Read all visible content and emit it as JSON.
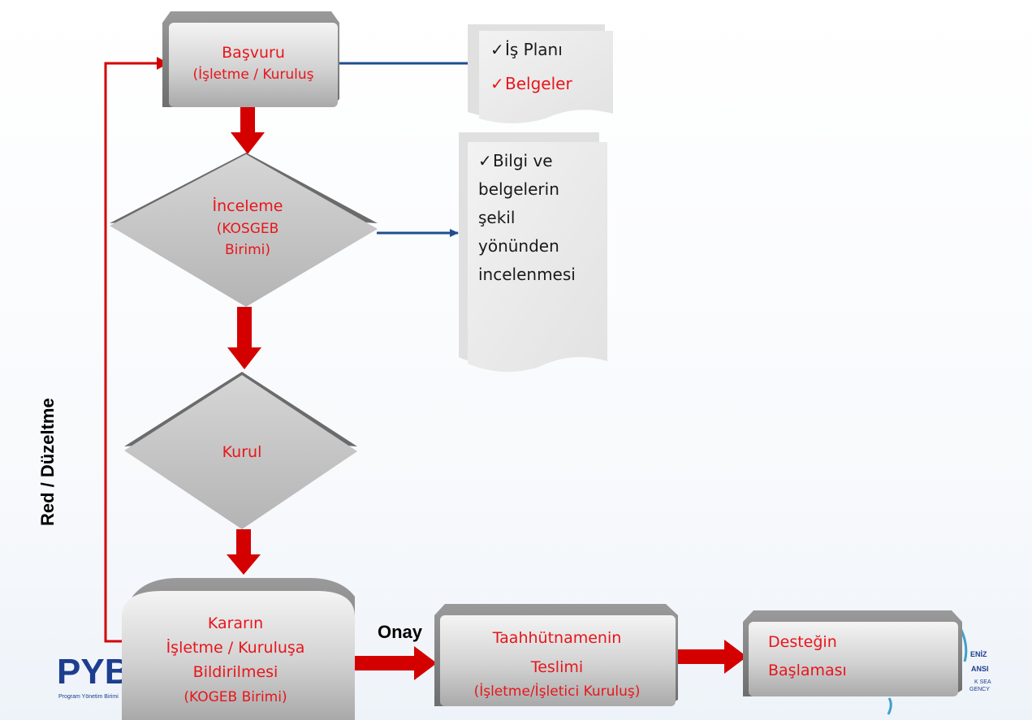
{
  "nodes": {
    "basvuru": {
      "line1": "Başvuru",
      "line2": "(İşletme / Kuruluş"
    },
    "inceleme": {
      "line1": "İnceleme",
      "line2": "(KOSGEB",
      "line3": "Birimi)"
    },
    "kurul": {
      "line1": "Kurul"
    },
    "karar": {
      "line1": "Kararın",
      "line2": "İşletme  / Kuruluşa",
      "line3": "Bildirilmesi",
      "line4": "(KOGEB Birimi)"
    },
    "taahhut": {
      "line1": "Taahhütnamenin",
      "line2": "Teslimi",
      "line3": "(İşletme/İşletici Kuruluş)"
    },
    "destek": {
      "line1": "Desteğin",
      "line2": "Başlaması"
    }
  },
  "notes": {
    "note1": {
      "item1": "İş Planı",
      "item2": "Belgeler"
    },
    "note2": {
      "line1": "Bilgi ve",
      "line2": "belgelerin",
      "line3": "şekil",
      "line4": "yönünden",
      "line5": "incelenmesi"
    }
  },
  "labels": {
    "red_duzeltme": "Red / Düzeltme",
    "onay": "Onay"
  },
  "logos": {
    "left_main": "PYB",
    "left_sub": "Program Yönetim Birimi",
    "right_top": "ENİZ",
    "right_mid": "ANSI",
    "right_sub1": "K SEA",
    "right_sub2": "GENCY"
  },
  "colors": {
    "flow_arrow": "#d40000",
    "info_arrow": "#1f4e8f",
    "node_text": "#e8151b",
    "node_fill": "#c8c8c8"
  }
}
